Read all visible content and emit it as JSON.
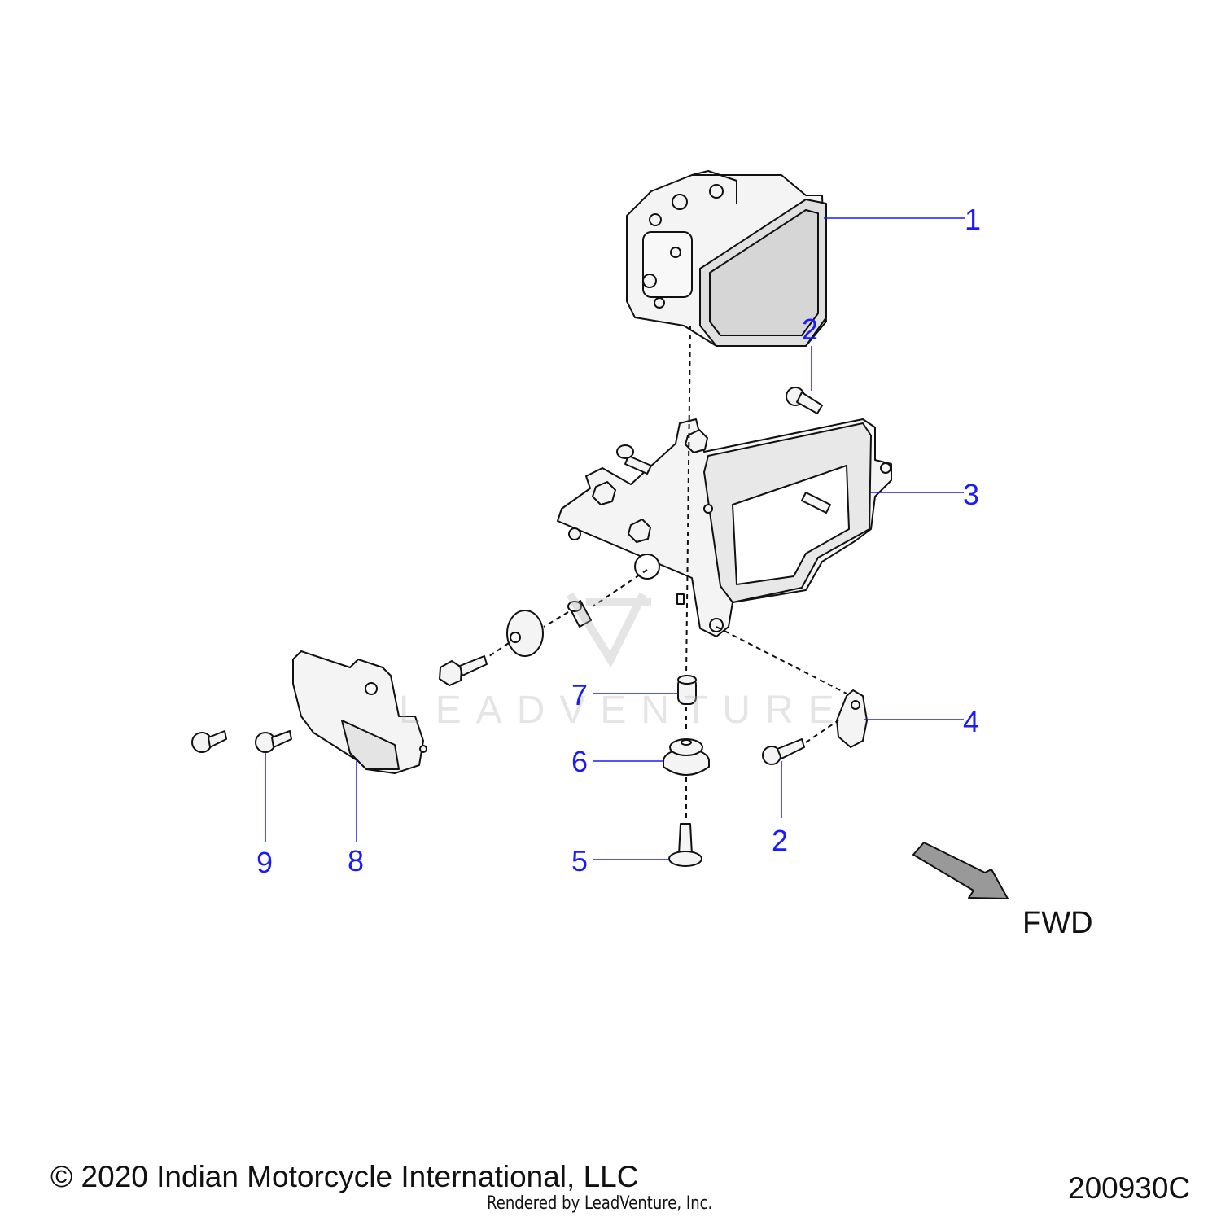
{
  "diagram": {
    "callouts": [
      {
        "id": "c1",
        "label": "1"
      },
      {
        "id": "c2a",
        "label": "2"
      },
      {
        "id": "c3",
        "label": "3"
      },
      {
        "id": "c4",
        "label": "4"
      },
      {
        "id": "c2b",
        "label": "2"
      },
      {
        "id": "c6",
        "label": "6"
      },
      {
        "id": "c7",
        "label": "7"
      },
      {
        "id": "c5",
        "label": "5"
      },
      {
        "id": "c8",
        "label": "8"
      },
      {
        "id": "c9",
        "label": "9"
      }
    ],
    "direction_label": "FWD",
    "watermark": "LEADVENTURE"
  },
  "footer": {
    "copyright": "© 2020 Indian Motorcycle International, LLC",
    "rendered_by": "Rendered by LeadVenture, Inc.",
    "drawing_number": "200930C"
  },
  "colors": {
    "callout": "#1a1aff",
    "line_art": "#111111",
    "part_fill": "#f2f2f2"
  }
}
